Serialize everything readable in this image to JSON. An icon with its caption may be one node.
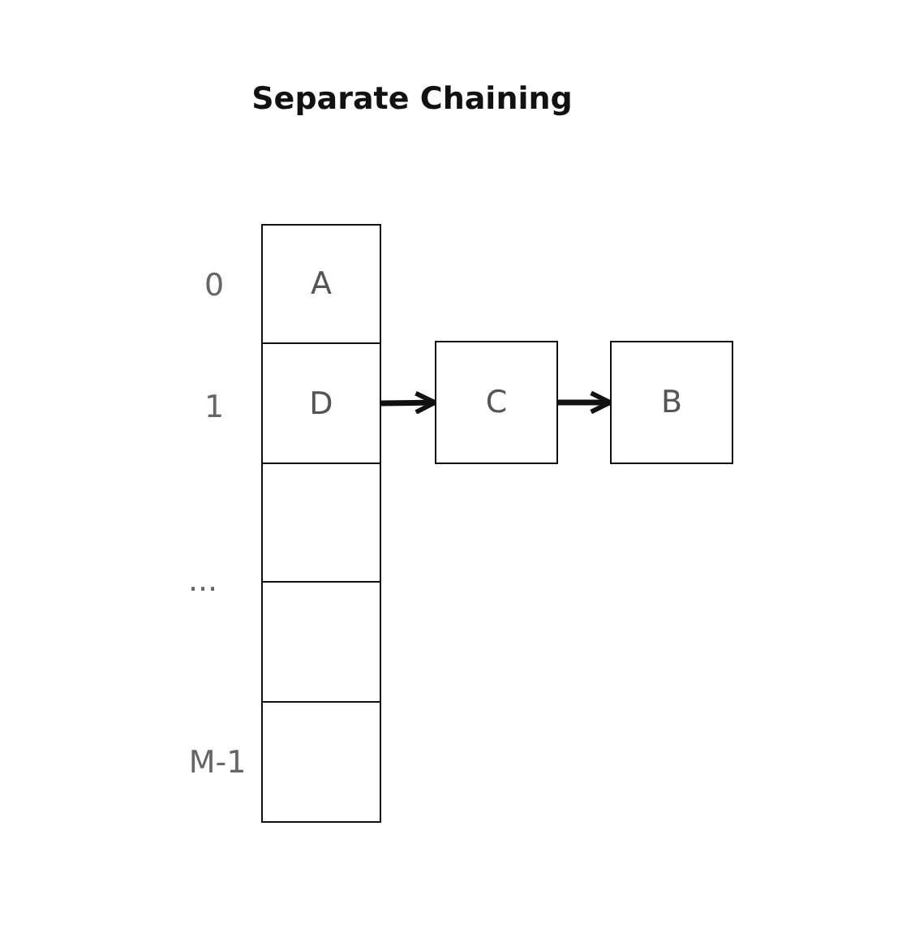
{
  "diagram": {
    "title": "Separate Chaining",
    "nodes": [
      {
        "text": [
          "A"
        ]
      },
      {
        "text": [
          "D"
        ]
      },
      {
        "text": [],
        "shape": "box"
      },
      {
        "text": [],
        "shape": "box"
      },
      {
        "text": [],
        "shape": "box"
      },
      {
        "text": [
          "C"
        ]
      },
      {
        "text": [
          "B"
        ]
      }
    ],
    "edges": [
      {
        "from": 1,
        "to": 5,
        "arrow": "to"
      },
      {
        "from": 5,
        "to": 6,
        "arrow": "to"
      }
    ],
    "labels": [
      "0",
      "1",
      "...",
      "M-1"
    ]
  }
}
